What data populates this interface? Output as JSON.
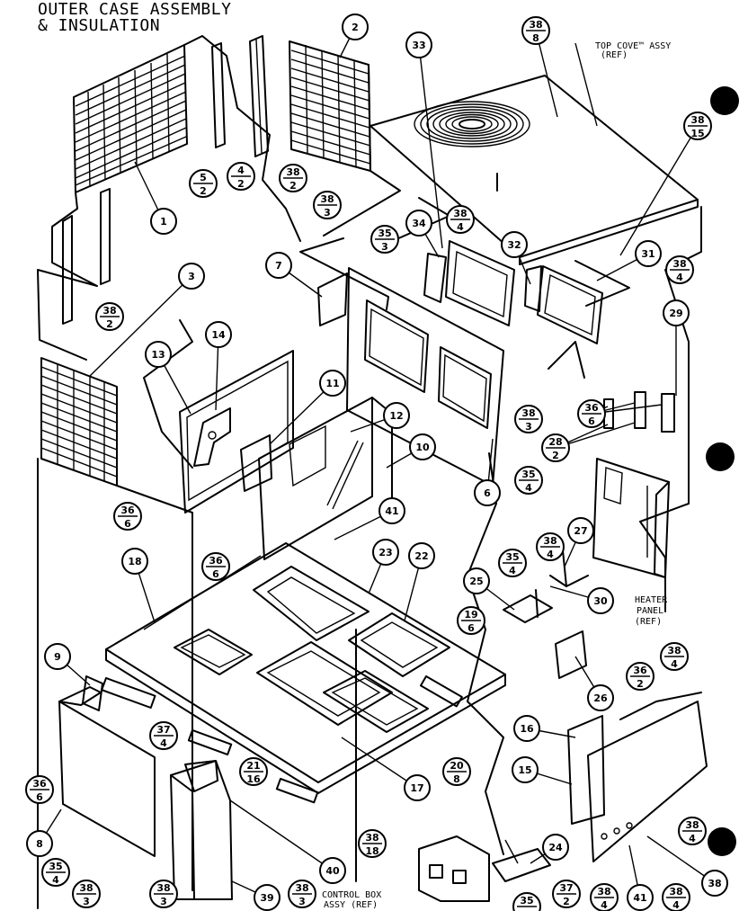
{
  "title": {
    "line1": "OUTER CASE ASSEMBLY",
    "line2": "& INSULATION"
  },
  "labels": {
    "top_cover_line1": "TOP COVE™ ASSY",
    "top_cover_line2": "(REF)",
    "heater_line1": "HEATER",
    "heater_line2": "PANEL",
    "heater_line3": "(REF)",
    "control_line1": "CONTROL BOX",
    "control_line2": "ASSY (REF)"
  },
  "callouts": [
    {
      "id": "c-2",
      "text": "2"
    },
    {
      "id": "c-1",
      "text": "1"
    },
    {
      "id": "c-3",
      "text": "3"
    },
    {
      "id": "c-33",
      "text": "33"
    },
    {
      "id": "c-34",
      "text": "34"
    },
    {
      "id": "c-32",
      "text": "32"
    },
    {
      "id": "c-31",
      "text": "31"
    },
    {
      "id": "c-29",
      "text": "29"
    },
    {
      "id": "c-7",
      "text": "7"
    },
    {
      "id": "c-13",
      "text": "13"
    },
    {
      "id": "c-14",
      "text": "14"
    },
    {
      "id": "c-11",
      "text": "11"
    },
    {
      "id": "c-12",
      "text": "12"
    },
    {
      "id": "c-10",
      "text": "10"
    },
    {
      "id": "c-6",
      "text": "6"
    },
    {
      "id": "c-41a",
      "text": "41"
    },
    {
      "id": "c-27",
      "text": "27"
    },
    {
      "id": "c-18",
      "text": "18"
    },
    {
      "id": "c-23",
      "text": "23"
    },
    {
      "id": "c-22",
      "text": "22"
    },
    {
      "id": "c-25",
      "text": "25"
    },
    {
      "id": "c-30",
      "text": "30"
    },
    {
      "id": "c-9",
      "text": "9"
    },
    {
      "id": "c-26",
      "text": "26"
    },
    {
      "id": "c-16",
      "text": "16"
    },
    {
      "id": "c-15",
      "text": "15"
    },
    {
      "id": "c-17",
      "text": "17"
    },
    {
      "id": "c-8",
      "text": "8"
    },
    {
      "id": "c-40",
      "text": "40"
    },
    {
      "id": "c-39",
      "text": "39"
    },
    {
      "id": "c-24",
      "text": "24"
    },
    {
      "id": "c-41b",
      "text": "41"
    },
    {
      "id": "c-38",
      "text": "38"
    }
  ],
  "fractions": [
    {
      "id": "f-38-8",
      "num": "38",
      "den": "8"
    },
    {
      "id": "f-38-15",
      "num": "38",
      "den": "15"
    },
    {
      "id": "f-5-2",
      "num": "5",
      "den": "2"
    },
    {
      "id": "f-4-2",
      "num": "4",
      "den": "2"
    },
    {
      "id": "f-38-2a",
      "num": "38",
      "den": "2"
    },
    {
      "id": "f-38-3a",
      "num": "38",
      "den": "3"
    },
    {
      "id": "f-38-4a",
      "num": "38",
      "den": "4"
    },
    {
      "id": "f-35-3",
      "num": "35",
      "den": "3"
    },
    {
      "id": "f-38-4b",
      "num": "38",
      "den": "4"
    },
    {
      "id": "f-38-2b",
      "num": "38",
      "den": "2"
    },
    {
      "id": "f-36-6a",
      "num": "36",
      "den": "6"
    },
    {
      "id": "f-28-2",
      "num": "28",
      "den": "2"
    },
    {
      "id": "f-38-3b",
      "num": "38",
      "den": "3"
    },
    {
      "id": "f-35-4a",
      "num": "35",
      "den": "4"
    },
    {
      "id": "f-36-6b",
      "num": "36",
      "den": "6"
    },
    {
      "id": "f-36-6c",
      "num": "36",
      "den": "6"
    },
    {
      "id": "f-35-4b",
      "num": "35",
      "den": "4"
    },
    {
      "id": "f-38-4c",
      "num": "38",
      "den": "4"
    },
    {
      "id": "f-19-6",
      "num": "19",
      "den": "6"
    },
    {
      "id": "f-38-4d",
      "num": "38",
      "den": "4"
    },
    {
      "id": "f-36-2",
      "num": "36",
      "den": "2"
    },
    {
      "id": "f-37-4",
      "num": "37",
      "den": "4"
    },
    {
      "id": "f-36-6d",
      "num": "36",
      "den": "6"
    },
    {
      "id": "f-21-16",
      "num": "21",
      "den": "16"
    },
    {
      "id": "f-20-8",
      "num": "20",
      "den": "8"
    },
    {
      "id": "f-38-4e",
      "num": "38",
      "den": "4"
    },
    {
      "id": "f-38-18",
      "num": "38",
      "den": "18"
    },
    {
      "id": "f-35-4c",
      "num": "35",
      "den": "4"
    },
    {
      "id": "f-38-3c",
      "num": "38",
      "den": "3"
    },
    {
      "id": "f-38-3d",
      "num": "38",
      "den": "3"
    },
    {
      "id": "f-38-3e",
      "num": "38",
      "den": "3"
    },
    {
      "id": "f-37-2",
      "num": "37",
      "den": "2"
    },
    {
      "id": "f-38-4f",
      "num": "38",
      "den": "4"
    },
    {
      "id": "f-38-4g",
      "num": "38",
      "den": "4"
    },
    {
      "id": "f-35-x",
      "num": "35",
      "den": ""
    }
  ]
}
